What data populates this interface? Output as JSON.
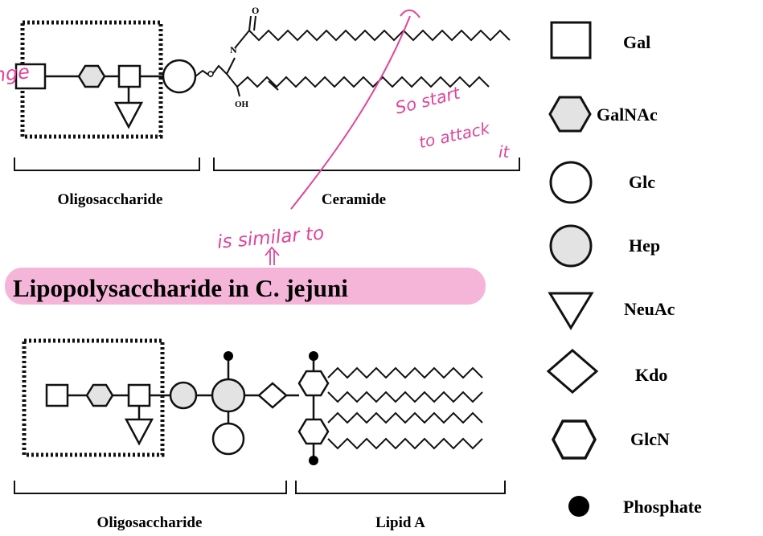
{
  "top_section": {
    "left_bracket_label": "Oligosaccharide",
    "right_bracket_label": "Ceramide",
    "chem_o": "O",
    "chem_n": "N",
    "chem_oh": "OH"
  },
  "title": "Lipopolysaccharide in C. jejuni",
  "bottom_section": {
    "left_bracket_label": "Oligosaccharide",
    "right_bracket_label": "Lipid A"
  },
  "legend": [
    {
      "shape": "square",
      "label": "Gal"
    },
    {
      "shape": "hexagon-filled",
      "label": "GalNAc"
    },
    {
      "shape": "circle",
      "label": "Glc"
    },
    {
      "shape": "circle-filled",
      "label": "Hep"
    },
    {
      "shape": "triangle-down",
      "label": "NeuAc"
    },
    {
      "shape": "diamond",
      "label": "Kdo"
    },
    {
      "shape": "hexagon",
      "label": "GlcN"
    },
    {
      "shape": "dot",
      "label": "Phosphate"
    }
  ],
  "annotations": {
    "edge_fragment": "nge",
    "so_start": "So start",
    "to_attack": "to attack",
    "it": "it",
    "is_similar_to": "is similar to"
  },
  "colors": {
    "fill_gray": "#e3e3e3",
    "stroke": "#111111",
    "highlight": "#f3a8d2",
    "ink_pink": "#e0459a"
  }
}
